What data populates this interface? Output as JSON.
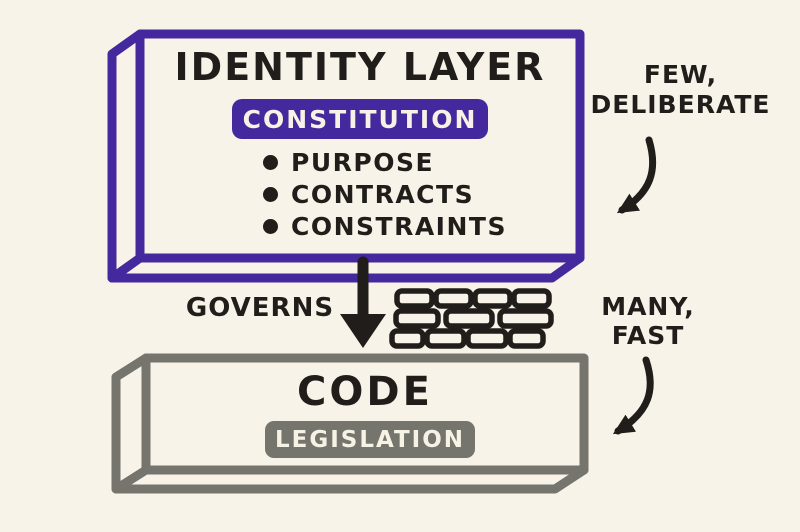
{
  "canvas": {
    "background": "#f7f3e8"
  },
  "colors": {
    "purple": "#44289e",
    "gray": "#75746d",
    "ink": "#201d1a",
    "badge_text": "#f7f2e6"
  },
  "identity_box": {
    "title": "IDENTITY LAYER",
    "badge": "CONSTITUTION",
    "bullets": [
      "PURPOSE",
      "CONTRACTS",
      "CONSTRAINTS"
    ]
  },
  "relation": {
    "label": "GOVERNS"
  },
  "code_box": {
    "title": "CODE",
    "badge": "LEGISLATION"
  },
  "annotations": {
    "identity": {
      "line1": "FEW,",
      "line2": "DELIBERATE"
    },
    "code": {
      "line1": "MANY,",
      "line2": "FAST"
    }
  }
}
